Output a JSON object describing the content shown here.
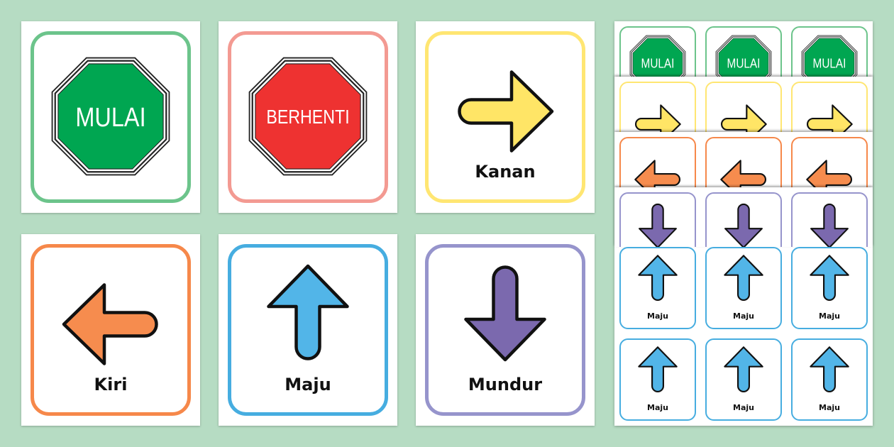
{
  "colors": {
    "green": "#00a651",
    "red": "#ee3231",
    "yellow": "#ffe566",
    "orange": "#f68c4e",
    "blue": "#52b5e8",
    "purple": "#7b69ae",
    "frame_green": "#6cc48b",
    "frame_pink": "#f39a92",
    "frame_yellow": "#ffe672",
    "frame_orange": "#f6884a",
    "frame_blue": "#46ade0",
    "frame_purple": "#9694cc"
  },
  "cards": [
    {
      "type": "octagon",
      "text": "MULAI",
      "color": "green",
      "frame": "frame_green"
    },
    {
      "type": "octagon",
      "text": "BERHENTI",
      "color": "red",
      "frame": "frame_pink"
    },
    {
      "type": "arrow",
      "dir": "right",
      "label": "Kanan",
      "color": "yellow",
      "frame": "frame_yellow"
    },
    {
      "type": "arrow",
      "dir": "left",
      "label": "Kiri",
      "color": "orange",
      "frame": "frame_orange"
    },
    {
      "type": "arrow",
      "dir": "up",
      "label": "Maju",
      "color": "blue",
      "frame": "frame_blue"
    },
    {
      "type": "arrow",
      "dir": "down",
      "label": "Mundur",
      "color": "purple",
      "frame": "frame_purple"
    }
  ],
  "preview": {
    "strips": [
      {
        "type": "octagon",
        "text": "MULAI",
        "color": "green",
        "frame": "frame_green"
      },
      {
        "type": "arrow",
        "dir": "right",
        "color": "yellow",
        "frame": "frame_yellow"
      },
      {
        "type": "arrow",
        "dir": "left",
        "color": "orange",
        "frame": "frame_orange"
      },
      {
        "type": "arrow",
        "dir": "down",
        "color": "purple",
        "frame": "frame_purple"
      }
    ],
    "rows": [
      {
        "dir": "up",
        "color": "blue",
        "frame": "frame_blue",
        "labels": [
          "Maju",
          "Maju",
          "Maju"
        ]
      },
      {
        "dir": "up",
        "color": "blue",
        "frame": "frame_blue",
        "labels": [
          "Maju",
          "Maju",
          "Maju"
        ]
      }
    ]
  }
}
